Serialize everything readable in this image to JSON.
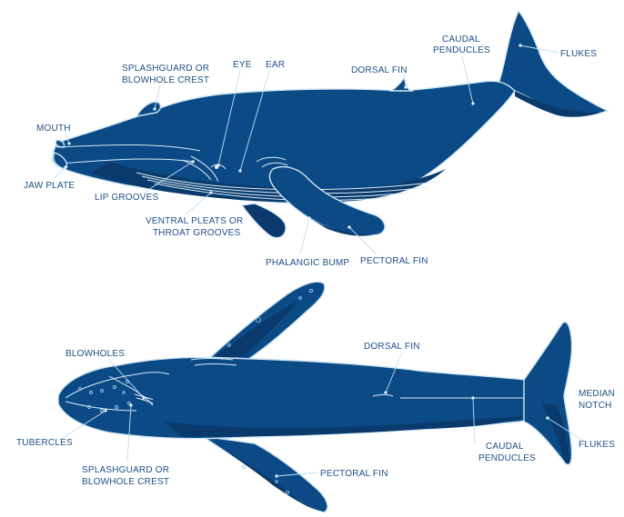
{
  "side_view": {
    "labels": {
      "mouth": "MOUTH",
      "jaw_plate": "JAW PLATE",
      "splashguard_line1": "SPLASHGUARD OR",
      "splashguard_line2": "BLOWHOLE CREST",
      "eye": "EYE",
      "ear": "EAR",
      "dorsal_fin": "DORSAL FIN",
      "caudal_line1": "CAUDAL",
      "caudal_line2": "PENDUCLES",
      "flukes": "FLUKES",
      "lip_grooves": "LIP GROOVES",
      "ventral_line1": "VENTRAL PLEATS OR",
      "ventral_line2": "THROAT GROOVES",
      "phalangic_bump": "PHALANGIC BUMP",
      "pectoral_fin": "PECTORAL FIN"
    }
  },
  "top_view": {
    "labels": {
      "blowholes": "BLOWHOLES",
      "tubercles": "TUBERCLES",
      "splashguard_line1": "SPLASHGUARD OR",
      "splashguard_line2": "BLOWHOLE CREST",
      "dorsal_fin": "DORSAL FIN",
      "median_line1": "MEDIAN",
      "median_line2": "NOTCH",
      "caudal_line1": "CAUDAL",
      "caudal_line2": "PENDUCLES",
      "flukes": "FLUKES",
      "pectoral_fin": "PECTORAL FIN"
    }
  },
  "colors": {
    "whale_body": "#0b4a85",
    "whale_shadow": "#0a3a6c",
    "outline": "#cfe6f7",
    "label_text": "#1e4f86"
  }
}
